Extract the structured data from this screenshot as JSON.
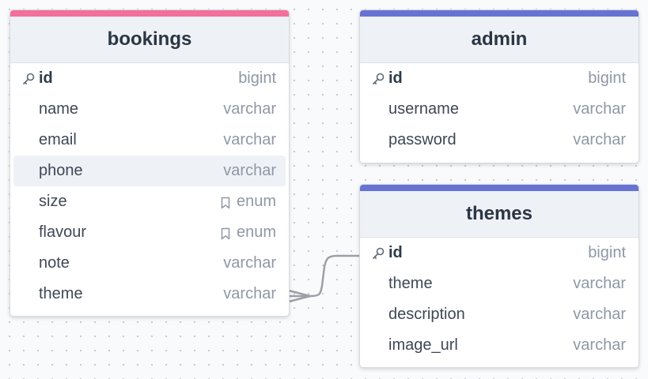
{
  "tables": {
    "bookings": {
      "name": "bookings",
      "accent_color": "#f3709a",
      "fields": [
        {
          "name": "id",
          "type": "bigint",
          "pk": true
        },
        {
          "name": "name",
          "type": "varchar"
        },
        {
          "name": "email",
          "type": "varchar"
        },
        {
          "name": "phone",
          "type": "varchar",
          "highlight": true
        },
        {
          "name": "size",
          "type": "enum",
          "enum": true
        },
        {
          "name": "flavour",
          "type": "enum",
          "enum": true
        },
        {
          "name": "note",
          "type": "varchar"
        },
        {
          "name": "theme",
          "type": "varchar"
        }
      ]
    },
    "admin": {
      "name": "admin",
      "accent_color": "#6673d3",
      "fields": [
        {
          "name": "id",
          "type": "bigint",
          "pk": true
        },
        {
          "name": "username",
          "type": "varchar"
        },
        {
          "name": "password",
          "type": "varchar"
        }
      ]
    },
    "themes": {
      "name": "themes",
      "accent_color": "#6673d3",
      "fields": [
        {
          "name": "id",
          "type": "bigint",
          "pk": true
        },
        {
          "name": "theme",
          "type": "varchar"
        },
        {
          "name": "description",
          "type": "varchar"
        },
        {
          "name": "image_url",
          "type": "varchar"
        }
      ]
    }
  },
  "relationships": [
    {
      "from_table": "bookings",
      "from_field": "theme",
      "to_table": "themes",
      "to_field": "id",
      "from_cardinality": "many",
      "to_cardinality": "one"
    }
  ],
  "icons": {
    "primary_key": "key-icon",
    "enum": "bookmark-icon"
  },
  "colors": {
    "connector": "#9ca0a6",
    "background_dots": "#c4c8cf"
  }
}
